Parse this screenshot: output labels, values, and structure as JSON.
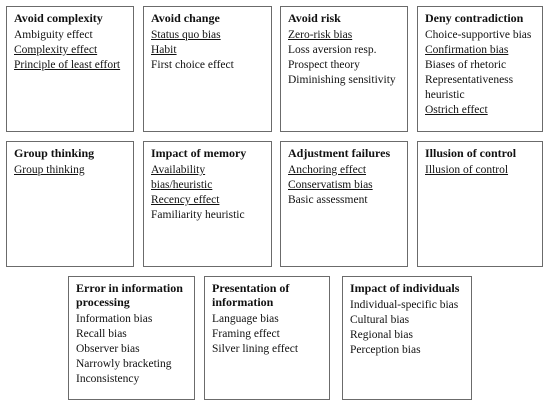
{
  "boxes": [
    {
      "id": "avoid-complexity",
      "title": "Avoid complexity",
      "items": [
        {
          "text": "Ambiguity effect",
          "underline": false
        },
        {
          "text": "Complexity effect",
          "underline": true
        },
        {
          "text": "Principle of least effort",
          "underline": true
        }
      ]
    },
    {
      "id": "avoid-change",
      "title": "Avoid change",
      "items": [
        {
          "text": "Status quo bias",
          "underline": true
        },
        {
          "text": "Habit",
          "underline": true
        },
        {
          "text": "First choice effect",
          "underline": false
        }
      ]
    },
    {
      "id": "avoid-risk",
      "title": "Avoid risk",
      "items": [
        {
          "text": "Zero-risk bias",
          "underline": true
        },
        {
          "text": "Loss aversion resp.",
          "underline": false
        },
        {
          "text": "Prospect theory",
          "underline": false
        },
        {
          "text": "Diminishing sensitivity",
          "underline": false
        }
      ]
    },
    {
      "id": "deny-contradiction",
      "title": "Deny contradiction",
      "items": [
        {
          "text": "Choice-supportive bias",
          "underline": false
        },
        {
          "text": "Confirmation bias",
          "underline": true
        },
        {
          "text": "Biases of rhetoric",
          "underline": false
        },
        {
          "text": "Representativeness heuristic",
          "underline": false
        },
        {
          "text": "Ostrich effect",
          "underline": true
        }
      ]
    },
    {
      "id": "group-thinking",
      "title": "Group thinking",
      "items": [
        {
          "text": "Group thinking",
          "underline": true
        }
      ]
    },
    {
      "id": "impact-of-memory",
      "title": "Impact of memory",
      "items": [
        {
          "text": "Availability bias/heuristic",
          "underline": true
        },
        {
          "text": "Recency effect",
          "underline": true
        },
        {
          "text": "Familiarity heuristic",
          "underline": false
        }
      ]
    },
    {
      "id": "adjustment-failures",
      "title": "Adjustment failures",
      "items": [
        {
          "text": "Anchoring effect",
          "underline": true
        },
        {
          "text": "Conservatism bias",
          "underline": true
        },
        {
          "text": "Basic assessment",
          "underline": false
        }
      ]
    },
    {
      "id": "illusion-of-control",
      "title": "Illusion of control",
      "items": [
        {
          "text": "Illusion of control",
          "underline": true
        }
      ]
    },
    {
      "id": "error-in-information-processing",
      "title": "Error in information processing",
      "items": [
        {
          "text": "Information bias",
          "underline": false
        },
        {
          "text": "Recall bias",
          "underline": false
        },
        {
          "text": "Observer bias",
          "underline": false
        },
        {
          "text": "Narrowly bracketing",
          "underline": false
        },
        {
          "text": "Inconsistency",
          "underline": false
        }
      ]
    },
    {
      "id": "presentation-of-information",
      "title": "Presentation of information",
      "items": [
        {
          "text": "Language bias",
          "underline": false
        },
        {
          "text": "Framing effect",
          "underline": false
        },
        {
          "text": "Silver lining effect",
          "underline": false
        }
      ]
    },
    {
      "id": "impact-of-individuals",
      "title": "Impact of individuals",
      "items": [
        {
          "text": "Individual-specific bias",
          "underline": false
        },
        {
          "text": "Cultural bias",
          "underline": false
        },
        {
          "text": "Regional bias",
          "underline": false
        },
        {
          "text": "Perception bias",
          "underline": false
        }
      ]
    }
  ]
}
